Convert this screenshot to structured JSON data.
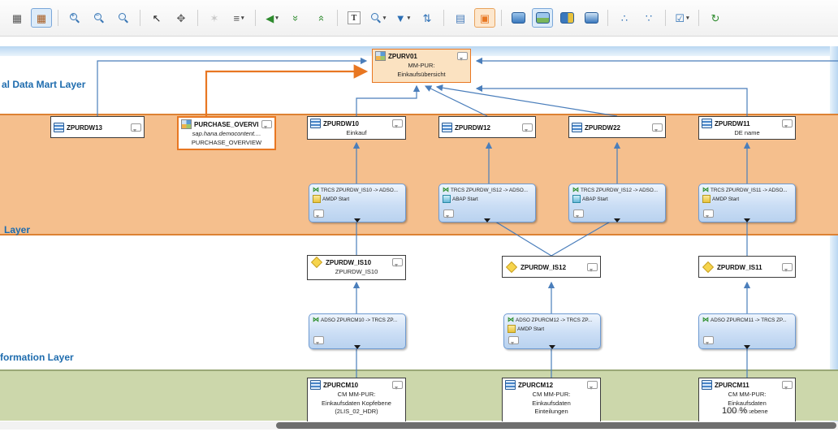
{
  "colors": {
    "selection_orange": "#e87722",
    "connector_blue": "#4a7ebb",
    "layer_orange": "#f5bf8d",
    "layer_green": "#ccd7ab",
    "layer_blue_strip": "#b9d7f2"
  },
  "toolbar": {
    "glyphs": {
      "grid": "▦",
      "grid2": "▦",
      "cursor": "↖",
      "hand": "✥",
      "wand": "✶",
      "list": "≡",
      "nav": "◀",
      "chev": "»",
      "text_tool": "T",
      "filter": "▼",
      "sort": "⇅",
      "export": "▤",
      "container": "▣",
      "tree": "∴",
      "tree2": "∵",
      "check": "☑",
      "refresh": "↻",
      "caret": "▾"
    }
  },
  "icons": {
    "trcs": "⋈"
  },
  "diagram": {
    "zoom_label": "100 %",
    "layers": {
      "top": "al Data Mart Layer",
      "middle": "Layer",
      "bottom": "formation Layer"
    },
    "nodes": {
      "zpurv01": {
        "title": "ZPURV01",
        "lines": [
          "MM-PUR:",
          "Einkaufsübersicht"
        ]
      },
      "zpurdw13": {
        "title": "ZPURDW13"
      },
      "purchase_overview": {
        "title": "PURCHASE_OVERVI...",
        "lines": [
          "sap.hana.democontent....",
          "PURCHASE_OVERVIEW"
        ]
      },
      "zpurdw10": {
        "title": "ZPURDW10",
        "lines": [
          "Einkauf"
        ]
      },
      "zpurdw12": {
        "title": "ZPURDW12"
      },
      "zpurdw22": {
        "title": "ZPURDW22"
      },
      "zpurdw11": {
        "title": "ZPURDW11",
        "lines": [
          "DE name"
        ]
      },
      "is10": {
        "title": "ZPURDW_IS10",
        "lines": [
          "ZPURDW_IS10"
        ]
      },
      "is12": {
        "title": "ZPURDW_IS12"
      },
      "is11": {
        "title": "ZPURDW_IS11"
      },
      "zpurcm10": {
        "title": "ZPURCM10",
        "lines": [
          "CM MM-PUR:",
          "Einkaufsdaten Kopfebene",
          "(2LIS_02_HDR)"
        ]
      },
      "zpurcm12": {
        "title": "ZPURCM12",
        "lines": [
          "CM MM-PUR:",
          "Einkaufsdaten",
          "Einteilungen"
        ]
      },
      "zpurcm11": {
        "title": "ZPURCM11",
        "lines": [
          "CM MM-PUR:",
          "Einkaufsdaten",
          "Positionsebene"
        ]
      }
    },
    "transformations": {
      "t1": {
        "line1": "TRCS ZPURDW_IS10 -> ADSO...",
        "line2": "AMDP Start"
      },
      "t2": {
        "line1": "TRCS ZPURDW_IS12 -> ADSO...",
        "line2": "ABAP Start"
      },
      "t3": {
        "line1": "TRCS ZPURDW_IS12 -> ADSO...",
        "line2": "ABAP Start"
      },
      "t4": {
        "line1": "TRCS ZPURDW_IS11 -> ADSO...",
        "line2": "AMDP Start"
      },
      "b1": {
        "line1": "ADSO ZPURCM10 -> TRCS ZP..."
      },
      "b2": {
        "line1": "ADSO ZPURCM12 -> TRCS ZP...",
        "line2": "AMDP Start"
      },
      "b3": {
        "line1": "ADSO ZPURCM11 -> TRCS ZP..."
      }
    }
  }
}
